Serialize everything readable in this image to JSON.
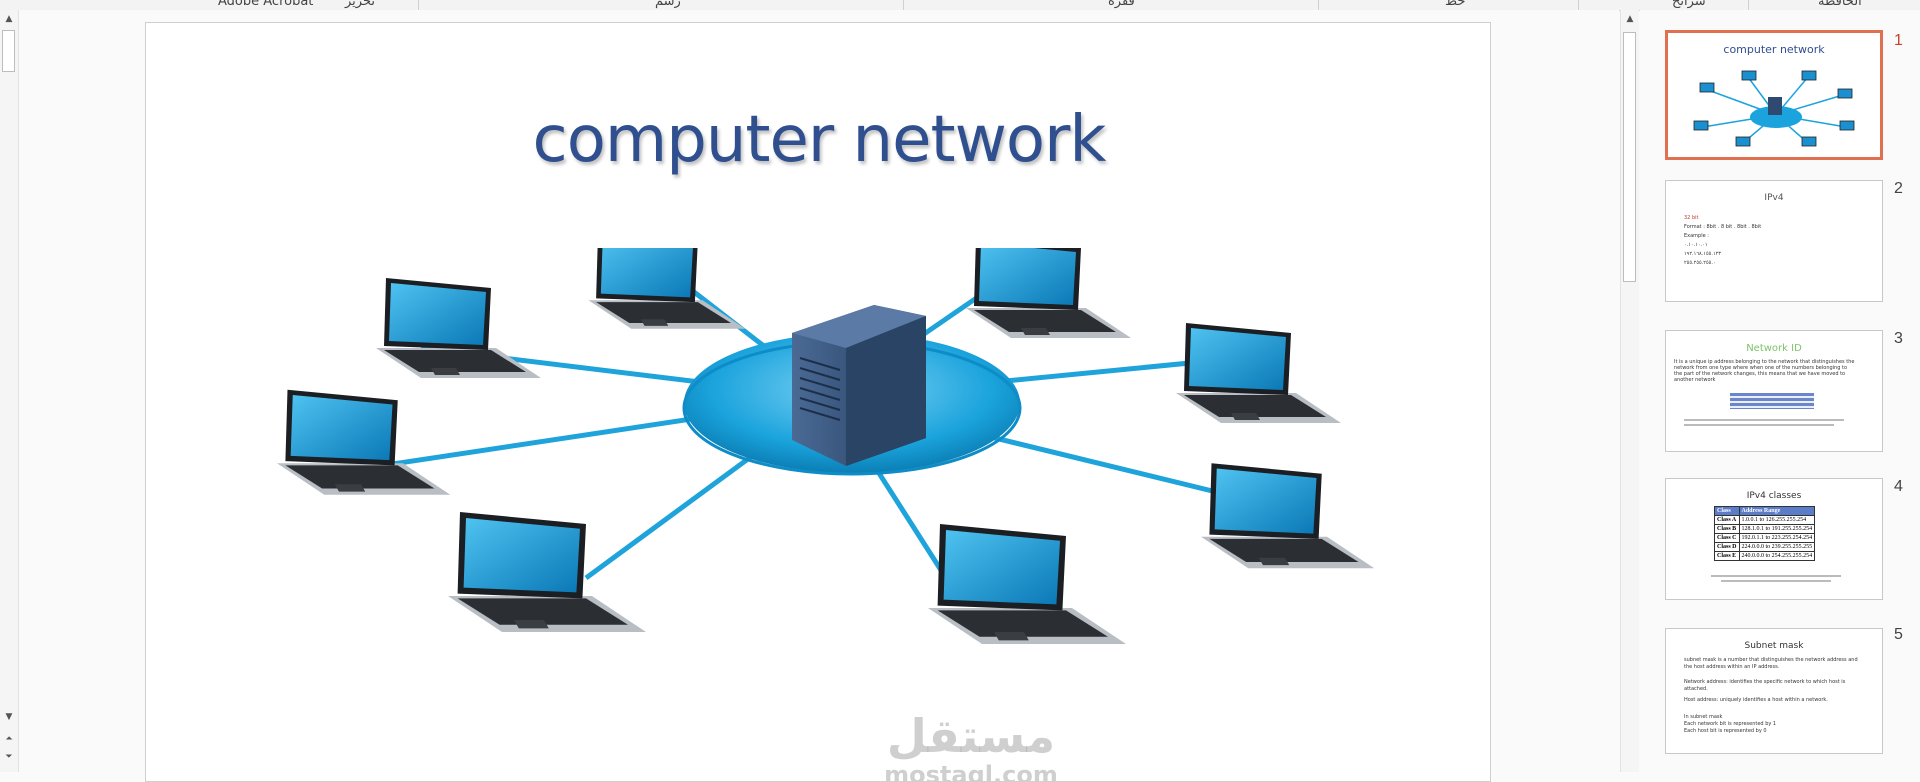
{
  "ribbon": {
    "groups": [
      "Adobe Acrobat",
      "تحرير",
      "رسم",
      "فقرة",
      "خط",
      "شرائح",
      "الحافظة"
    ]
  },
  "slide": {
    "title": "computer network",
    "watermark_arabic": "مستقل",
    "watermark_latin": "mostaql.com",
    "footnote": ""
  },
  "thumbnails": [
    {
      "number": "1",
      "title": "computer network"
    },
    {
      "number": "2",
      "title": "IPv4",
      "lines": [
        "32 bit",
        "Format : 8bit . 8 bit . 8bit . 8bit",
        "Example :",
        "٠.١٠.١٠.٠١",
        "١٩٢.١٦٨.١٥٥.١٢٣",
        "٢٥٥.٢٥٥.٢٥٥.٠"
      ]
    },
    {
      "number": "3",
      "title": "Network ID",
      "lines": [
        "It is a unique ip address belonging to the network that distinguishes the",
        "network from one type where when one of the numbers belonging to",
        "the part of the network changes, this means that we have moved to",
        "another network"
      ]
    },
    {
      "number": "4",
      "title": "IPv4 classes",
      "table_header": [
        "Class",
        "Address Range"
      ],
      "table_rows": [
        [
          "Class A",
          "1.0.0.1 to 126.255.255.254"
        ],
        [
          "Class B",
          "128.1.0.1 to 191.255.255.254"
        ],
        [
          "Class C",
          "192.0.1.1 to 223.255.254.254"
        ],
        [
          "Class D",
          "224.0.0.0 to 239.255.255.255"
        ],
        [
          "Class E",
          "240.0.0.0 to 254.255.255.254"
        ]
      ]
    },
    {
      "number": "5",
      "title": "Subnet mask",
      "lines": [
        "subnet mask is a number that distinguishes the network address and",
        "the host address within an IP address.",
        "Network address: identifies the specific network to which host is",
        "attached.",
        "Host address: uniquely identifies a host within a network.",
        "In subnet mask",
        "Each network bit is represented by 1",
        "Each host bit is represented by 0"
      ]
    }
  ],
  "colors": {
    "title": "#2f4f8f",
    "active_thumb_border": "#e0704f",
    "network_blue": "#1aa3dc",
    "server": "#3a5478"
  },
  "icons": [
    "scroll-up-icon",
    "scroll-down-icon",
    "prev-slide-icon",
    "next-slide-icon"
  ]
}
